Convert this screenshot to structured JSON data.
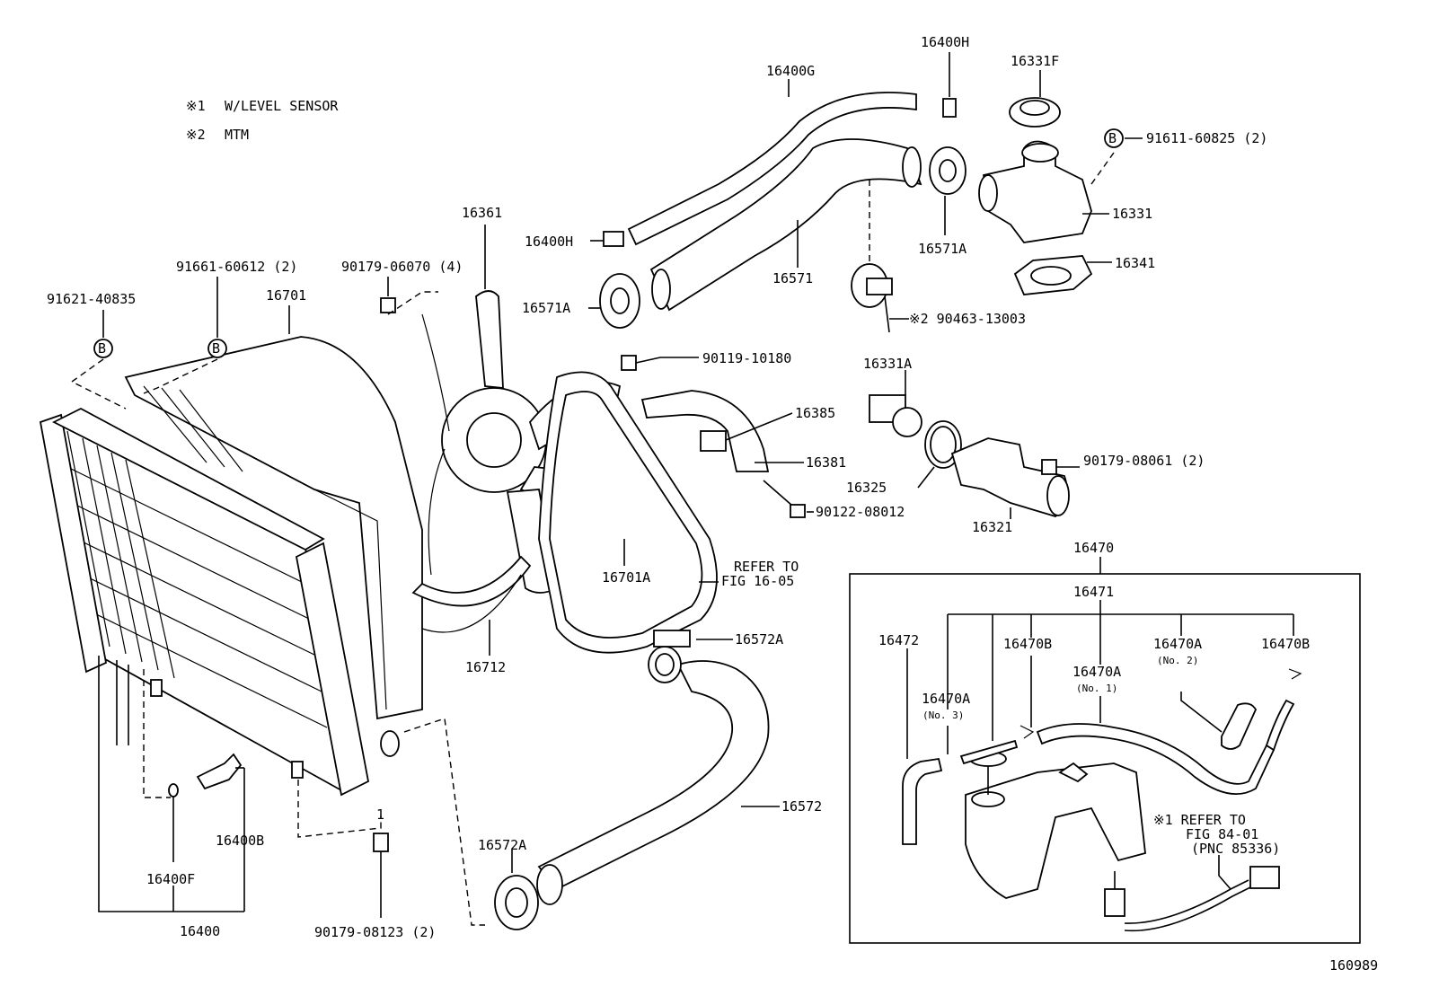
{
  "notes": [
    {
      "mark": "※1",
      "text": "W/LEVEL SENSOR"
    },
    {
      "mark": "※2",
      "text": "MTM"
    }
  ],
  "figure_number": "160989",
  "bolt_marker": "B",
  "labels": {
    "p16400H_top": "16400H",
    "p16331F": "16331F",
    "p16400G": "16400G",
    "p91611": "91611-60825 (2)",
    "p16331": "16331",
    "p16341": "16341",
    "p16571A_right": "16571A",
    "p16571": "16571",
    "p90463": "※2 90463-13003",
    "p16361": "16361",
    "p16400H_left": "16400H",
    "p16571A_left": "16571A",
    "p91661": "91661-60612 (2)",
    "p90179_06070": "90179-06070 (4)",
    "p16701": "16701",
    "p91621": "91621-40835",
    "p90119": "90119-10180",
    "p16385": "16385",
    "p16381": "16381",
    "p16331A": "16331A",
    "p16325": "16325",
    "p16321": "16321",
    "p90179_08061": "90179-08061 (2)",
    "p90122": "90122-08012",
    "p16701A": "16701A",
    "refer_1605_a": "REFER TO",
    "refer_1605_b": "FIG 16-05",
    "p16712": "16712",
    "p16572A_top": "16572A",
    "p16572": "16572",
    "p16572A_bottom": "16572A",
    "p16400B": "16400B",
    "p16400F": "16400F",
    "p16400": "16400",
    "p1": "1",
    "p90179_08123": "90179-08123 (2)",
    "p16470": "16470",
    "p16471": "16471",
    "p16472": "16472",
    "p16470B_a": "16470B",
    "p16470A_no2": "16470A",
    "no2": "(No. 2)",
    "p16470B_b": "16470B",
    "p16470A_no1": "16470A",
    "no1": "(No. 1)",
    "p16470A_no3": "16470A",
    "no3": "(No. 3)",
    "refer_8401_a": "※1 REFER TO",
    "refer_8401_b": "FIG 84-01",
    "refer_8401_c": "(PNC 85336)"
  }
}
